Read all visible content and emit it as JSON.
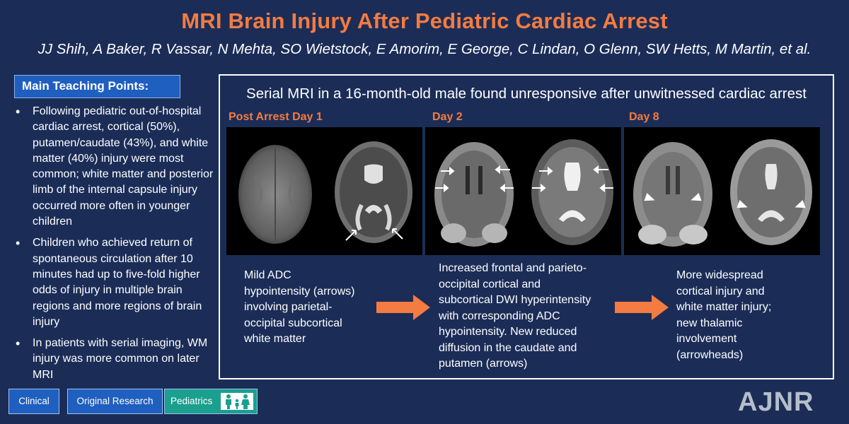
{
  "title": "MRI Brain Injury After Pediatric Cardiac Arrest",
  "authors": "JJ Shih, A Baker, R Vassar, N Mehta, SO Wietstock, E Amorim, E George, C Lindan, O Glenn, SW Hetts, M Martin, et al.",
  "teaching_points": {
    "header": "Main Teaching Points:",
    "items": [
      "Following pediatric out-of-hospital cardiac arrest, cortical (50%), putamen/caudate (43%), and white matter (40%) injury were most common; white matter and posterior limb of the internal capsule injury occurred more often in younger children",
      "Children who achieved return of spontaneous circulation after 10 minutes had up to five-fold higher odds of injury in multiple brain regions and more regions of brain injury",
      "In patients with serial imaging, WM injury was more common on later MRI"
    ]
  },
  "tags": {
    "clinical": "Clinical",
    "research": "Original Research",
    "pediatrics": "Pediatrics"
  },
  "panel": {
    "title": "Serial MRI in a 16-month-old male found unresponsive after unwitnessed cardiac arrest",
    "days": [
      {
        "label": "Post Arrest Day 1",
        "description": [
          "Mild ADC",
          "hypointensity (arrows)",
          "involving parietal-",
          "occipital subcortical",
          "white matter"
        ]
      },
      {
        "label": "Day 2",
        "description": [
          "Increased frontal and parieto-",
          "occipital cortical and",
          "subcortical DWI hyperintensity",
          "with corresponding ADC",
          "hypointensity. New reduced",
          "diffusion in the caudate and",
          "putamen (arrows)"
        ]
      },
      {
        "label": "Day 8",
        "description": [
          "More widespread",
          "cortical injury and",
          "white matter injury;",
          "new thalamic",
          "involvement",
          "(arrowheads)"
        ]
      }
    ]
  },
  "logo": "AJNR",
  "colors": {
    "background": "#1b2d57",
    "accent_orange": "#f47b41",
    "tag_blue": "#1f5fbf",
    "tag_teal": "#1b9f8f"
  }
}
